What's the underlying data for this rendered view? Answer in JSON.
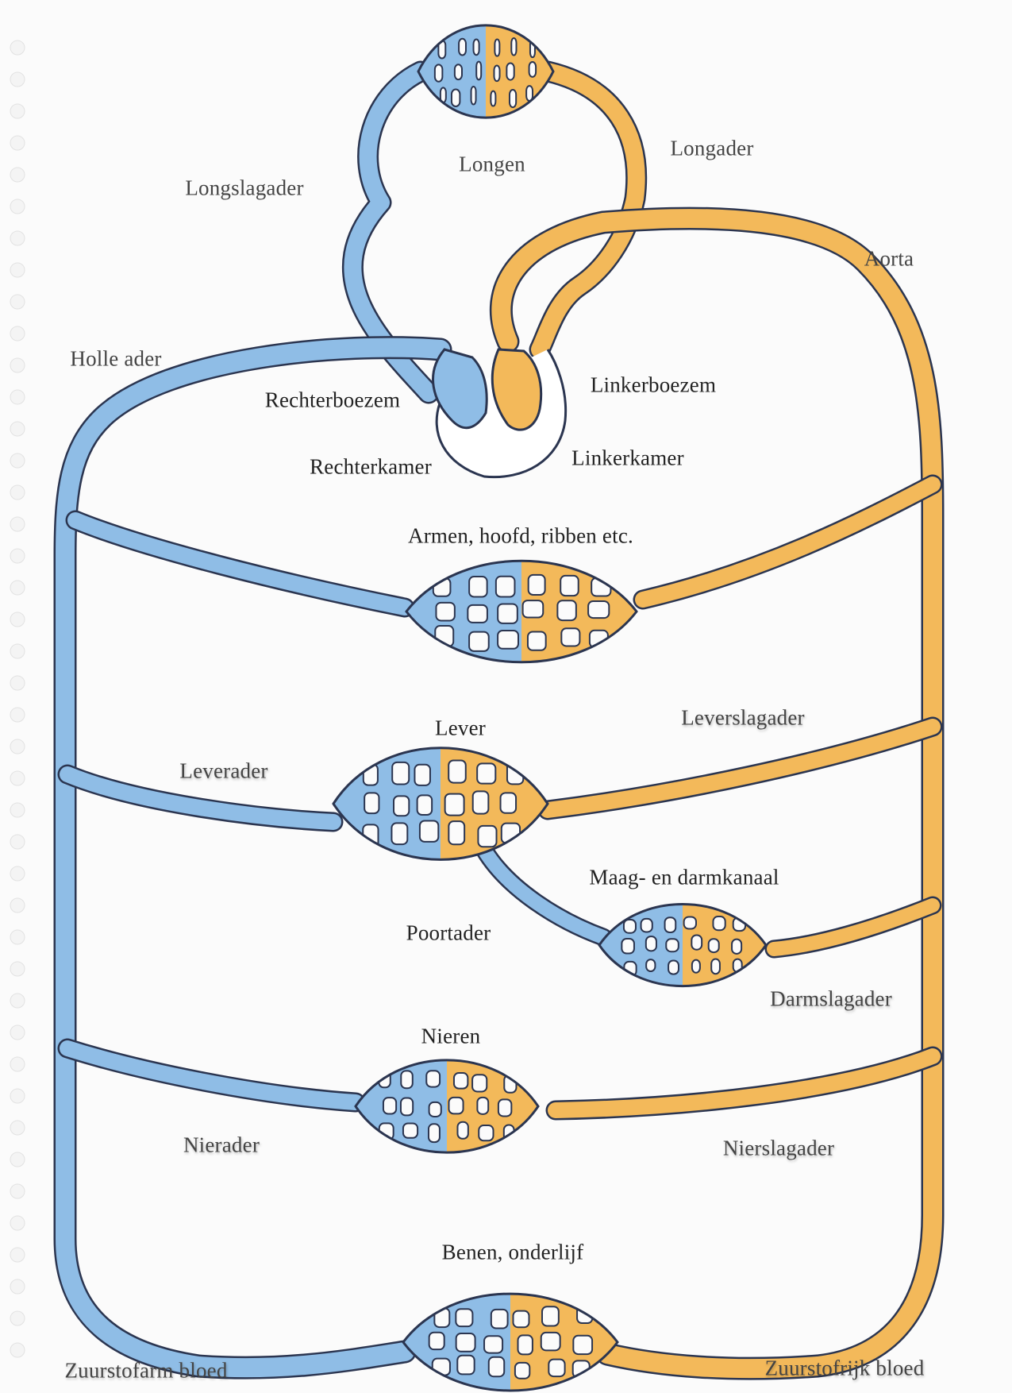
{
  "labels": {
    "longen": "Longen",
    "longslagader": "Longslagader",
    "longader": "Longader",
    "aorta": "Aorta",
    "holle_ader": "Holle ader",
    "rechterboezem": "Rechterboezem",
    "linkerboezem": "Linkerboezem",
    "rechterkamer": "Rechterkamer",
    "linkerkamer": "Linkerkamer",
    "armen": "Armen, hoofd, ribben etc.",
    "lever": "Lever",
    "leverslagader": "Leverslagader",
    "leverader": "Leverader",
    "maag": "Maag- en darmkanaal",
    "poortader": "Poortader",
    "darmslagader": "Darmslagader",
    "nieren": "Nieren",
    "nierader": "Nierader",
    "nierslagader": "Nierslagader",
    "benen": "Benen, onderlijf",
    "zuurstofarm": "Zuurstofarm bloed",
    "zuurstofrijk": "Zuurstofrijk bloed"
  },
  "colors": {
    "deoxygenated": "#8fbde6",
    "oxygenated": "#f3b95a",
    "outline": "#2b3550",
    "paper": "#fbfbfb"
  }
}
